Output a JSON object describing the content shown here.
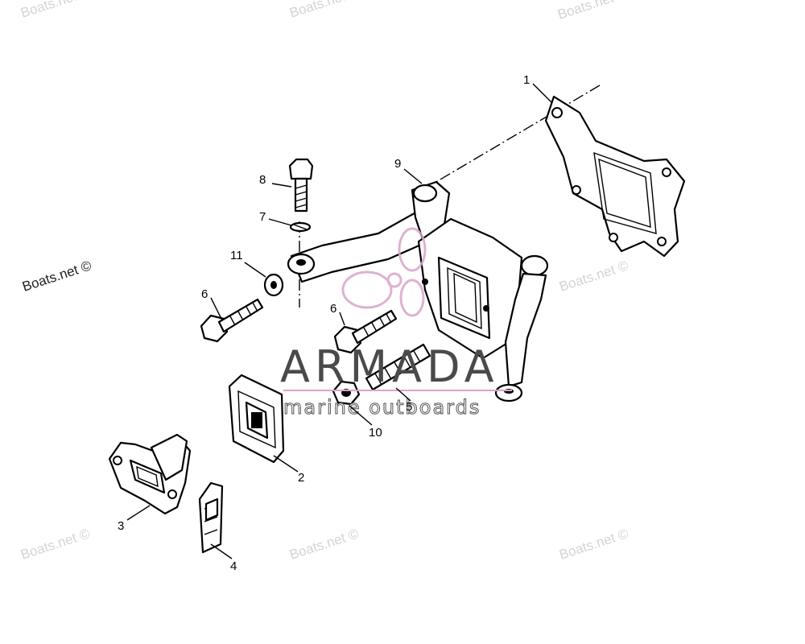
{
  "watermarks": {
    "top_left": "Boats.net",
    "top_center": "Boats.net",
    "top_right": "Boats.net",
    "left": "Boats.net ©",
    "right_mid": "Boats.net ©",
    "bottom_left": "Boats.net ©",
    "bottom_center": "Boats.net ©",
    "bottom_right": "Boats.net ©"
  },
  "logo": {
    "name": "ARMADA",
    "tagline": "marine outboards",
    "accent_color": "#d9a5c8"
  },
  "callouts": {
    "c1": "1",
    "c2": "2",
    "c3": "3",
    "c4": "4",
    "c5": "5",
    "c6a": "6",
    "c6b": "6",
    "c7": "7",
    "c8": "8",
    "c9": "9",
    "c10": "10",
    "c11": "11"
  }
}
